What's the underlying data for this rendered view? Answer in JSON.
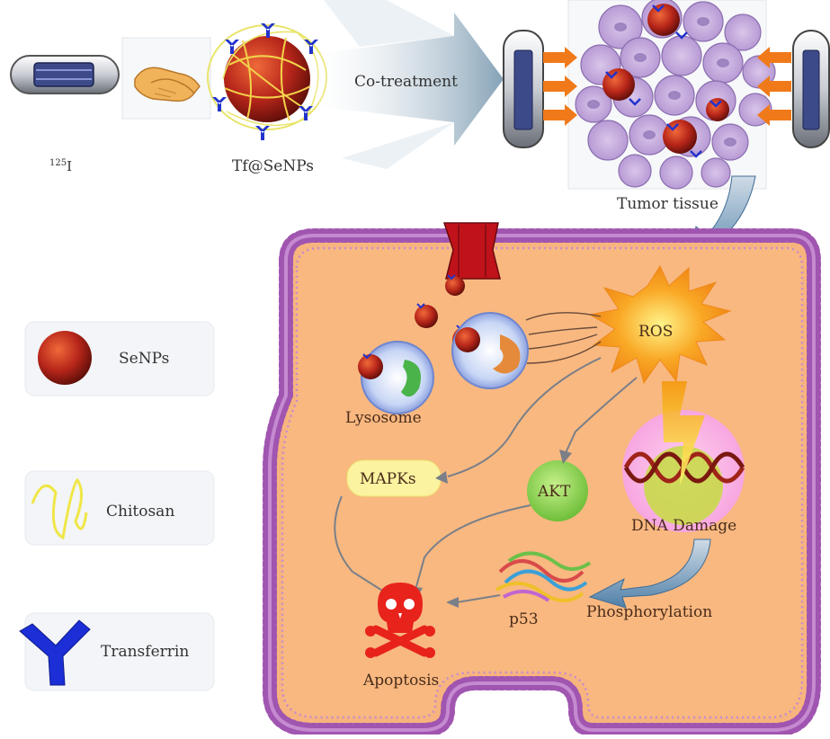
{
  "top": {
    "iodine_label": "125I",
    "iodine_mass": "125",
    "iodine_symbol": "I",
    "nanoparticle_label": "Tf@SeNPs",
    "cotreatment_label": "Co-treatment",
    "tissue_label": "Tumor tissue"
  },
  "legend": {
    "items": [
      {
        "label": "SeNPs",
        "icon": "red-sphere"
      },
      {
        "label": "Chitosan",
        "icon": "yellow-squiggle"
      },
      {
        "label": "Transferrin",
        "icon": "blue-y-shape"
      }
    ]
  },
  "cell": {
    "ros_label": "ROS",
    "lysosome_label": "Lysosome",
    "mapks_label": "MAPKs",
    "akt_label": "AKT",
    "dna_label": "DNA Damage",
    "p53_label": "p53",
    "phosphorylation_label": "Phosphorylation",
    "apoptosis_label": "Apoptosis"
  },
  "colors": {
    "cytoplasm": "#f7b47e",
    "membrane": "#a055b0",
    "ros": "#f5a623",
    "akt": "#8fd14f",
    "mapks": "#fbf3a0",
    "skull": "#e8231c",
    "transferrin": "#1c2fd6",
    "senp": "#c0301a"
  }
}
